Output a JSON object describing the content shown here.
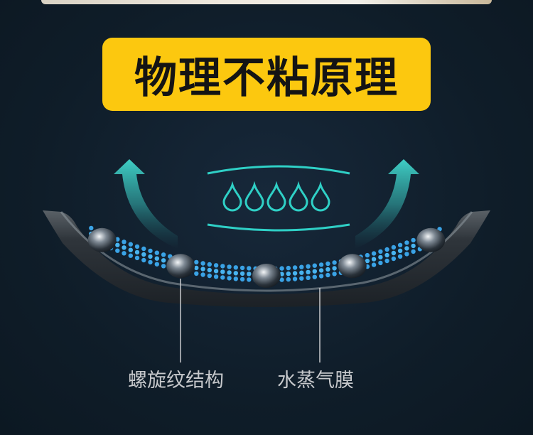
{
  "title": "物理不粘原理",
  "labels": {
    "spiral_structure": "螺旋纹结构",
    "steam_film": "水蒸气膜"
  },
  "colors": {
    "badge": "#fcc80f",
    "steam_cyan": "#2fd0c6",
    "bead_blue": "#3aa3e6",
    "background": "#0f1d29"
  },
  "icons": [
    "arrow-up-left-icon",
    "arrow-up-right-icon",
    "water-drop-icon"
  ]
}
